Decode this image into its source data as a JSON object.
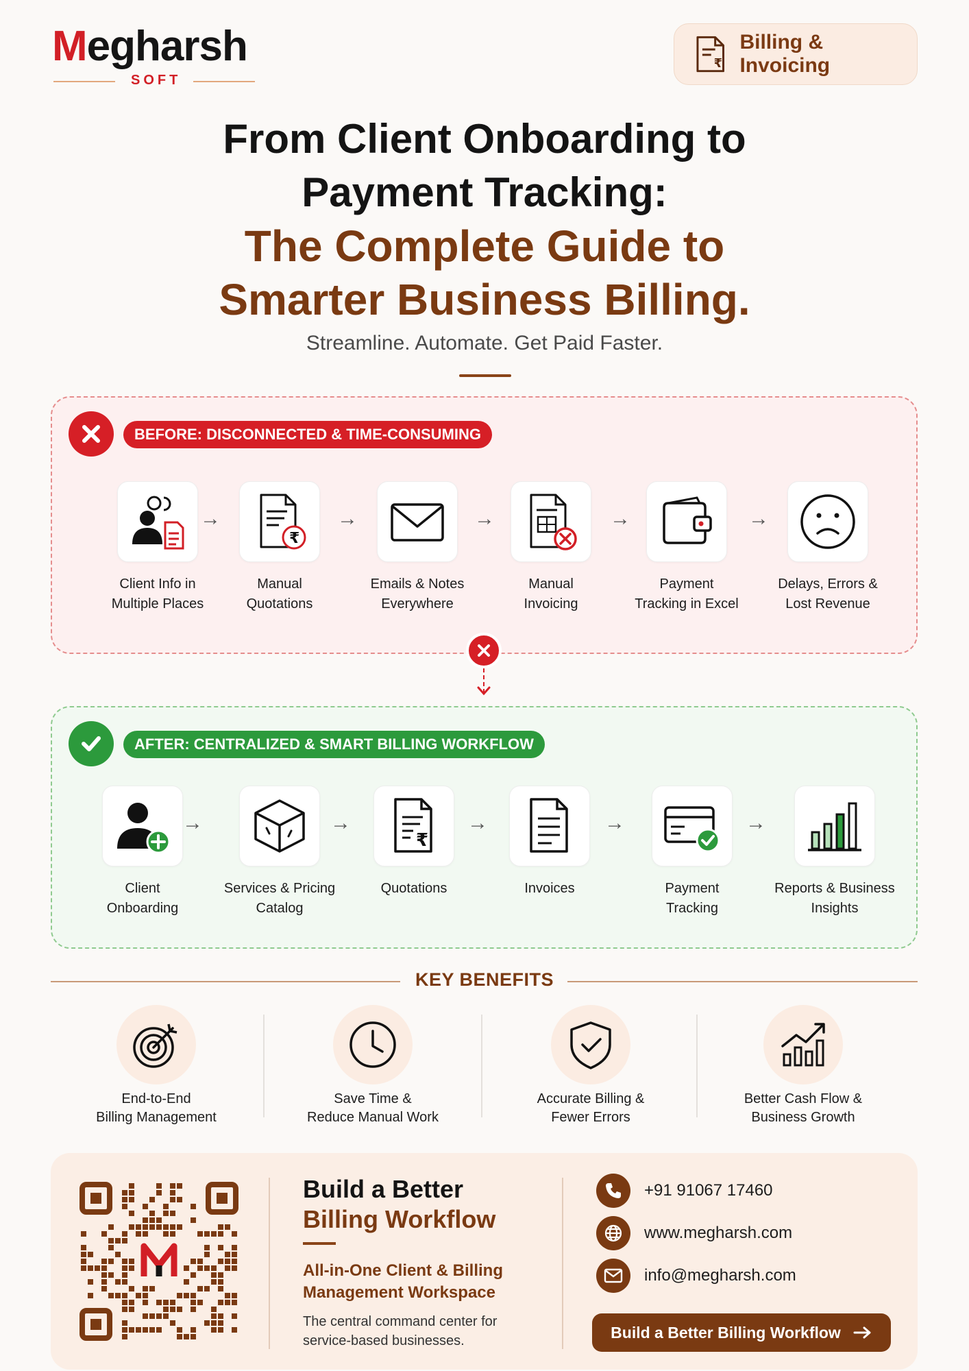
{
  "header": {
    "logo_word": "egharsh",
    "logo_m": "M",
    "logo_sub": "SOFT",
    "badge_label": "Billing & Invoicing"
  },
  "hero": {
    "line1": "From Client Onboarding to",
    "line2": "Payment Tracking:",
    "line3": "The Complete Guide to",
    "line4": "Smarter Business Billing.",
    "tagline": "Streamline. Automate. Get Paid Faster."
  },
  "before": {
    "label": "BEFORE: DISCONNECTED & TIME-CONSUMING",
    "steps": [
      {
        "line1": "Client Info in",
        "line2": "Multiple Places",
        "icon": "people-document-icon"
      },
      {
        "line1": "Manual",
        "line2": "Quotations",
        "icon": "quotation-rupee-icon"
      },
      {
        "line1": "Emails & Notes",
        "line2": "Everywhere",
        "icon": "envelope-icon"
      },
      {
        "line1": "Manual",
        "line2": "Invoicing",
        "icon": "invoice-error-icon"
      },
      {
        "line1": "Payment",
        "line2": "Tracking in Excel",
        "icon": "wallet-icon"
      },
      {
        "line1": "Delays, Errors &",
        "line2": "Lost Revenue",
        "icon": "sad-face-icon"
      }
    ]
  },
  "after": {
    "label": "AFTER: CENTRALIZED & SMART BILLING WORKFLOW",
    "steps": [
      {
        "line1": "Client",
        "line2": "Onboarding",
        "icon": "user-add-icon"
      },
      {
        "line1": "Services & Pricing",
        "line2": "Catalog",
        "icon": "box-icon"
      },
      {
        "line1": "Quotations",
        "line2": "",
        "icon": "quotation-icon"
      },
      {
        "line1": "Invoices",
        "line2": "",
        "icon": "invoice-icon"
      },
      {
        "line1": "Payment",
        "line2": "Tracking",
        "icon": "card-check-icon"
      },
      {
        "line1": "Reports & Business",
        "line2": "Insights",
        "icon": "bar-chart-icon"
      }
    ]
  },
  "benefits": {
    "title": "KEY BENEFITS",
    "items": [
      {
        "line1": "End-to-End",
        "line2": "Billing Management",
        "icon": "target-icon"
      },
      {
        "line1": "Save Time &",
        "line2": "Reduce Manual Work",
        "icon": "clock-icon"
      },
      {
        "line1": "Accurate Billing &",
        "line2": "Fewer Errors",
        "icon": "shield-check-icon"
      },
      {
        "line1": "Better Cash Flow &",
        "line2": "Business Growth",
        "icon": "growth-chart-icon"
      }
    ]
  },
  "footer": {
    "heading1": "Build a Better",
    "heading2": "Billing Workflow",
    "sub1": "All-in-One Client & Billing",
    "sub2": "Management Workspace",
    "desc1": "The central command center for",
    "desc2": "service-based businesses.",
    "phone": "+91 91067 17460",
    "website": "www.megharsh.com",
    "email": "info@megharsh.com",
    "cta": "Build a Better Billing Workflow"
  },
  "colors": {
    "brand_red": "#d21f26",
    "brand_brown": "#7a3a12",
    "success_green": "#2c9a3c",
    "cream": "#fbece2"
  }
}
